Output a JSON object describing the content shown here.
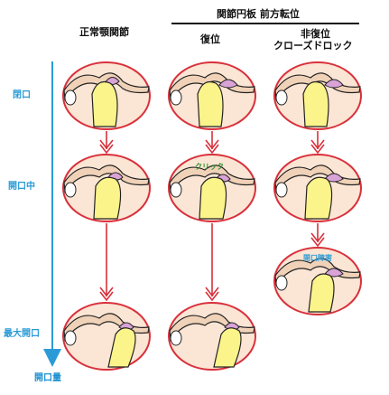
{
  "headers": {
    "normal": "正常顎関節",
    "group": "関節円板 前方転位",
    "reduction": "復位",
    "no_reduction_line1": "非復位",
    "no_reduction_line2": "クローズドロック"
  },
  "rows": {
    "closed": "閉口",
    "mid": "開口中",
    "max": "最大開口"
  },
  "axis": {
    "label": "開口量"
  },
  "frame_labels": {
    "click": "クリック",
    "restriction": "開口障害"
  },
  "colors": {
    "circle_fill": "#fbe5d4",
    "circle_stroke": "#d9303b",
    "condyle": "#fbf48a",
    "disc": "#d9a3d8",
    "arrow_red": "#d9303b",
    "axis_blue": "#2a9bd6",
    "click_green": "#2f8f2f",
    "restriction_blue": "#2a9bd6"
  }
}
